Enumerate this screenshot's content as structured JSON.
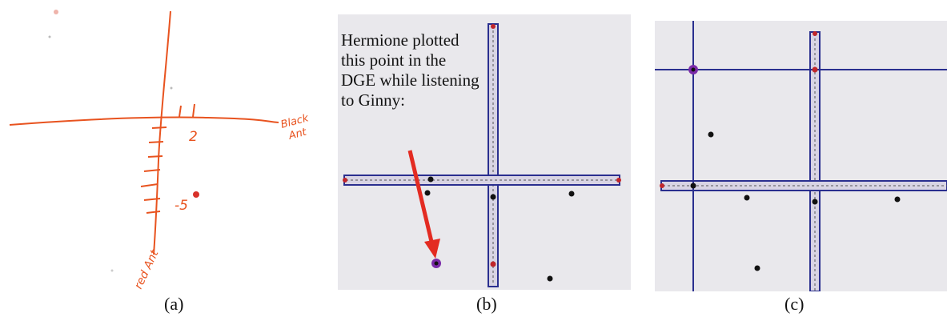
{
  "panels": {
    "a": {
      "caption": "(a)",
      "labels": {
        "x_axis_line1": "Black",
        "x_axis_line2": "Ant",
        "y_axis": "red Ant",
        "tick_x": "2",
        "tick_y": "-5"
      }
    },
    "b": {
      "caption": "(b)",
      "annotation": "Hermione plotted this point in the DGE while listening to Ginny:"
    },
    "c": {
      "caption": "(c)"
    }
  },
  "colors": {
    "marker_orange": "#e8531f",
    "axis_blue": "#2a2f8f",
    "red_point": "#c0262b",
    "purple_point": "#7a2aa8",
    "arrow_red": "#e32b22",
    "screen_bg": "#e9e8ec"
  }
}
